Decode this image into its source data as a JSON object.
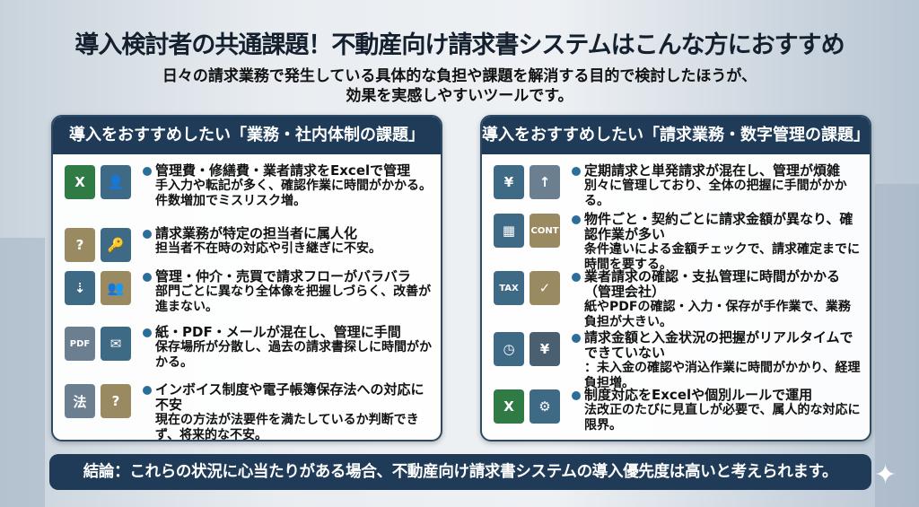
{
  "title": "導入検討者の共通課題！不動産向け請求書システムはこんな方におすすめ",
  "subtitle": [
    "日々の請求業務で発生している具体的な負担や課題を解消する目的で検討したほうが、",
    "効果を実感しやすいツールです。"
  ],
  "left": {
    "heading": "導入をおすすめしたい「業務・社内体制の課題」",
    "items": [
      {
        "icon": "excel-person-icon",
        "glyphs": [
          "X",
          "👤"
        ],
        "head": "管理費・修繕費・業者請求をExcelで管理",
        "desc": "手入力や転記が多く、確認作業に時間がかかる。件数増加でミスリスク増。"
      },
      {
        "icon": "person-question-key-icon",
        "glyphs": [
          "?",
          "🔑"
        ],
        "head": "請求業務が特定の担当者に属人化",
        "desc": "担当者不在時の対応や引き継ぎに不安。"
      },
      {
        "icon": "flow-people-icon",
        "glyphs": [
          "⇣",
          "👥"
        ],
        "head": "管理・仲介・売買で請求フローがバラバラ",
        "desc": "部門ごとに異なり全体像を把握しづらく、改善が進まない。"
      },
      {
        "icon": "documents-pdf-mail-icon",
        "glyphs": [
          "PDF",
          "✉"
        ],
        "head": "紙・PDF・メールが混在し、管理に手間",
        "desc": "保存場所が分散し、過去の請求書探しに時間がかかる。"
      },
      {
        "icon": "law-book-stamp-icon",
        "glyphs": [
          "法",
          "?"
        ],
        "head": "インボイス制度や電子帳簿保存法への対応に不安",
        "desc": "現在の方法が法要件を満たしているか判断できず、将来的な不安。"
      }
    ]
  },
  "right": {
    "heading": "導入をおすすめしたい「請求業務・数字管理の課題」",
    "items": [
      {
        "icon": "calendar-yen-document-icon",
        "glyphs": [
          "¥",
          "↑"
        ],
        "head": "定期請求と単発請求が混在し、管理が煩雑",
        "desc": "別々に管理しており、全体の把握に手間がかかる。"
      },
      {
        "icon": "building-contract-icon",
        "glyphs": [
          "▦",
          "CONT"
        ],
        "head": "物件ごと・契約ごとに請求金額が異なり、確認作業が多い",
        "desc": "条件違いによる金額チェックで、請求確定までに時間を要する。"
      },
      {
        "icon": "tax-document-hand-icon",
        "glyphs": [
          "TAX",
          "✓"
        ],
        "head": "業者請求の確認・支払管理に時間がかかる（管理会社）",
        "desc": "紙やPDFの確認・入力・保存が手作業で、業務負担が大きい。"
      },
      {
        "icon": "clock-moneybag-icon",
        "glyphs": [
          "◷",
          "¥"
        ],
        "head": "請求金額と入金状況の把握がリアルタイムでできていない",
        "desc": "：未入金の確認や消込作業に時間がかかり、経理負担増。"
      },
      {
        "icon": "excel-gear-icon",
        "glyphs": [
          "X",
          "⚙"
        ],
        "head": "制度対応をExcelや個別ルールで運用",
        "desc": "法改正のたびに見直しが必要で、属人的な対応に限界。"
      }
    ]
  },
  "conclusion": "結論：これらの状況に心当たりがある場合、不動産向け請求書システムの導入優先度は高いと考えられます。",
  "colors": {
    "navy": "#1f3b58",
    "bullet": "#2c6e9a",
    "excel": "#2f7a45",
    "slate": "#3f6a85",
    "gold": "#9a8a62"
  }
}
